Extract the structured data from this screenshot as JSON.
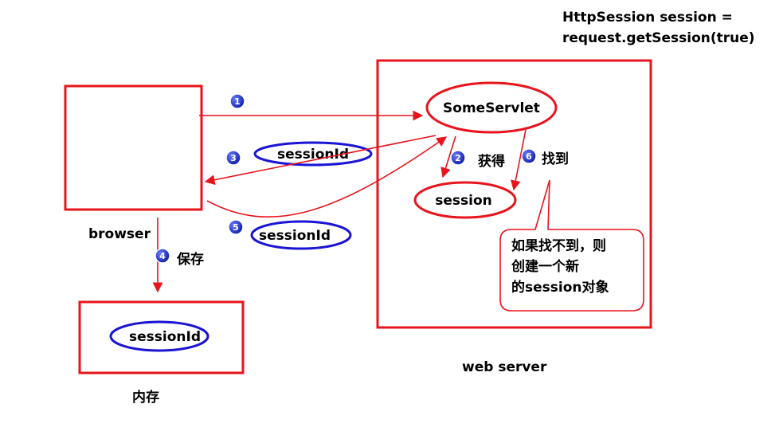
{
  "code_line1": "HttpSession session =",
  "code_line2": "request.getSession(true)",
  "browser_label": "browser",
  "server_label": "web server",
  "memory_label": "内存",
  "someservlet_label": "SomeServlet",
  "session_label": "session",
  "sessionid_label_3": "sessionId",
  "sessionid_label_5": "sessionId",
  "sessionid_label_memory": "sessionId",
  "steps": {
    "s1": {
      "num": "1",
      "text": ""
    },
    "s2": {
      "num": "2",
      "text": "获得"
    },
    "s3": {
      "num": "3",
      "text": ""
    },
    "s4": {
      "num": "4",
      "text": "保存"
    },
    "s5": {
      "num": "5",
      "text": ""
    },
    "s6": {
      "num": "6",
      "text": "找到"
    }
  },
  "callout": {
    "line1": "如果找不到，则",
    "line2": "创建一个新",
    "line3": "的session对象"
  },
  "colors": {
    "red": "#e8141c",
    "blue": "#1a14d4",
    "badge": "#1a2dcc"
  }
}
